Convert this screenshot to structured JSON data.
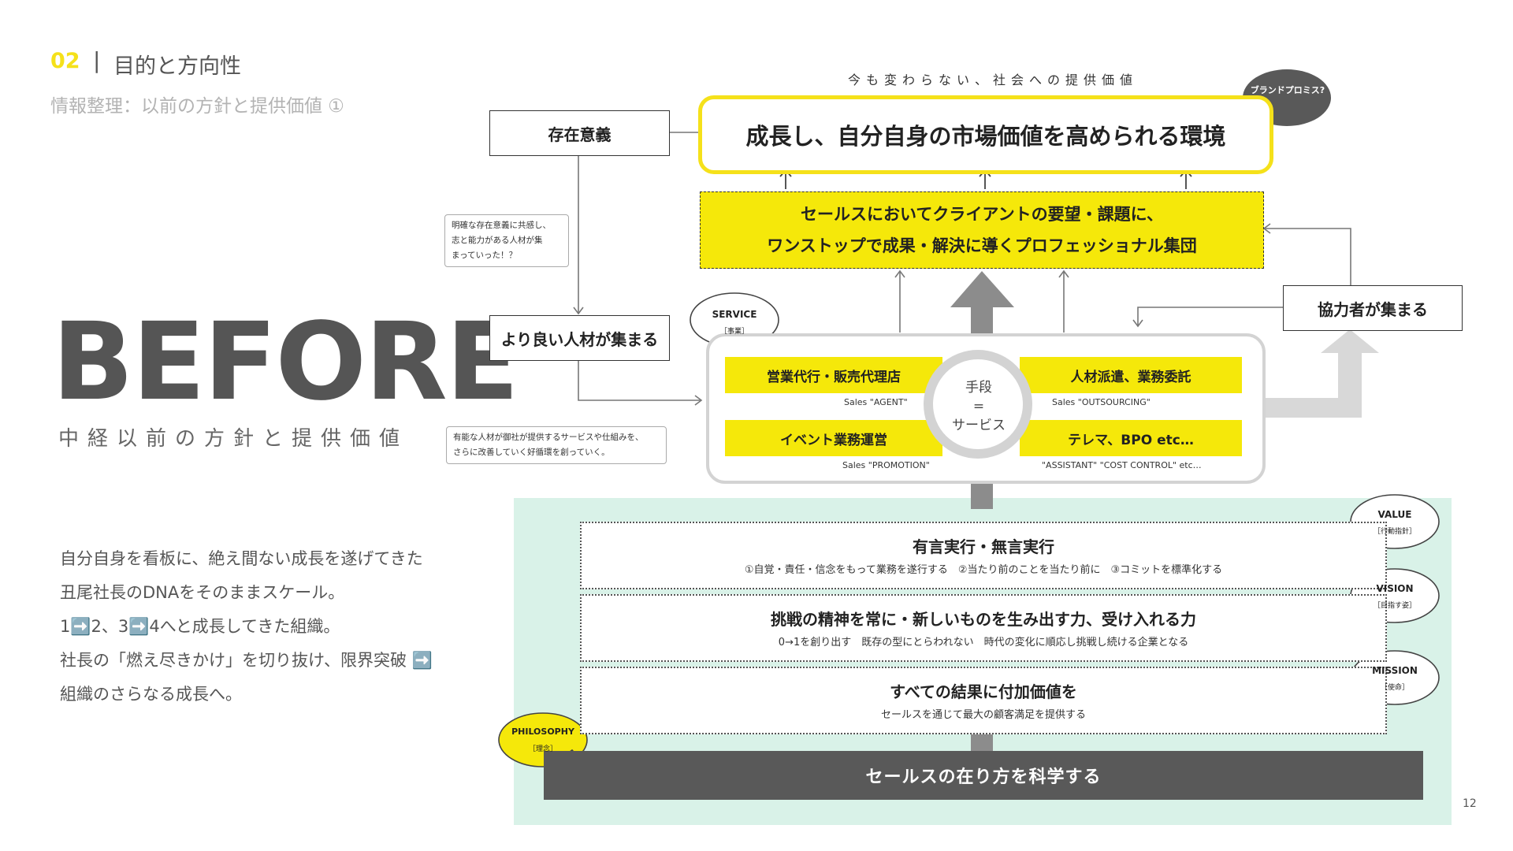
{
  "header": {
    "number": "02",
    "separator": "|",
    "title": "目的と方向性",
    "subtitle": "情報整理：以前の方針と提供価値 ①"
  },
  "hero": {
    "big_label": "BEFORE",
    "sub_label": "中経以前の方針と提供価値"
  },
  "body_lines": [
    "自分自身を看板に、絶え間ない成長を遂げてきた",
    "丑尾社長のDNAをそのままスケール。",
    "1➡️2、3➡️4へと成長してきた組織。",
    "社長の「燃え尽きかけ」を切り抜け、限界突破 ➡️",
    "組織のさらなる成長へ。"
  ],
  "diagram": {
    "caption_top": "今も変わらない、社会への提供価値",
    "main_value": "成長し、自分自身の市場価値を高められる環境",
    "brand_bubble": "ブランドプロミス?",
    "existence_box": "存在意義",
    "note_top": [
      "明確な存在意義に共感し、",
      "志と能力がある人材が集",
      "まっていった！？"
    ],
    "talent_box": "より良い人材が集まる",
    "note_bottom": [
      "有能な人材が御社が提供するサービスや仕組みを、",
      "さらに改善していく好循環を創っていく。"
    ],
    "pro_group": [
      "セールスにおいてクライアントの要望・課題に、",
      "ワンストップで成果・解決に導くプロフェッショナル集団"
    ],
    "partners_box": "協力者が集まる",
    "service_bubble": {
      "title": "SERVICE",
      "sub": "［事業］"
    },
    "services": [
      {
        "jp": "営業代行・販売代理店",
        "en": "Sales \"AGENT\""
      },
      {
        "jp": "人材派遣、業務委託",
        "en": "Sales \"OUTSOURCING\""
      },
      {
        "jp": "イベント業務運営",
        "en": "Sales \"PROMOTION\""
      },
      {
        "jp": "テレマ、BPO etc…",
        "en": "\"ASSISTANT\" \"COST CONTROL\" etc…"
      }
    ],
    "center": {
      "line1": "手段",
      "line2": "=",
      "line3": "サービス"
    },
    "value": {
      "title": "有言実行・無言実行",
      "desc": "①自覚・責任・信念をもって業務を遂行する　②当たり前のことを当たり前に　③コミットを標準化する",
      "bubble": "VALUE",
      "bubble_sub": "［行動指針］"
    },
    "vision": {
      "title": "挑戦の精神を常に・新しいものを生み出す力、受け入れる力",
      "desc": "0→1を創り出す　既存の型にとらわれない　時代の変化に順応し挑戦し続ける企業となる",
      "bubble": "VISION",
      "bubble_sub": "［目指す姿］"
    },
    "mission": {
      "title": "すべての結果に付加価値を",
      "desc": "セールスを通じて最大の顧客満足を提供する",
      "bubble": "MISSION",
      "bubble_sub": "［使命］"
    },
    "philosophy": {
      "bar": "セールスの在り方を科学する",
      "bubble": "PHILOSOPHY",
      "bubble_sub": "［理念］"
    }
  },
  "page_number": "12",
  "colors": {
    "accent_yellow": "#f5e80a",
    "dark_gray": "#595959",
    "mint": "#d9f2e8"
  }
}
